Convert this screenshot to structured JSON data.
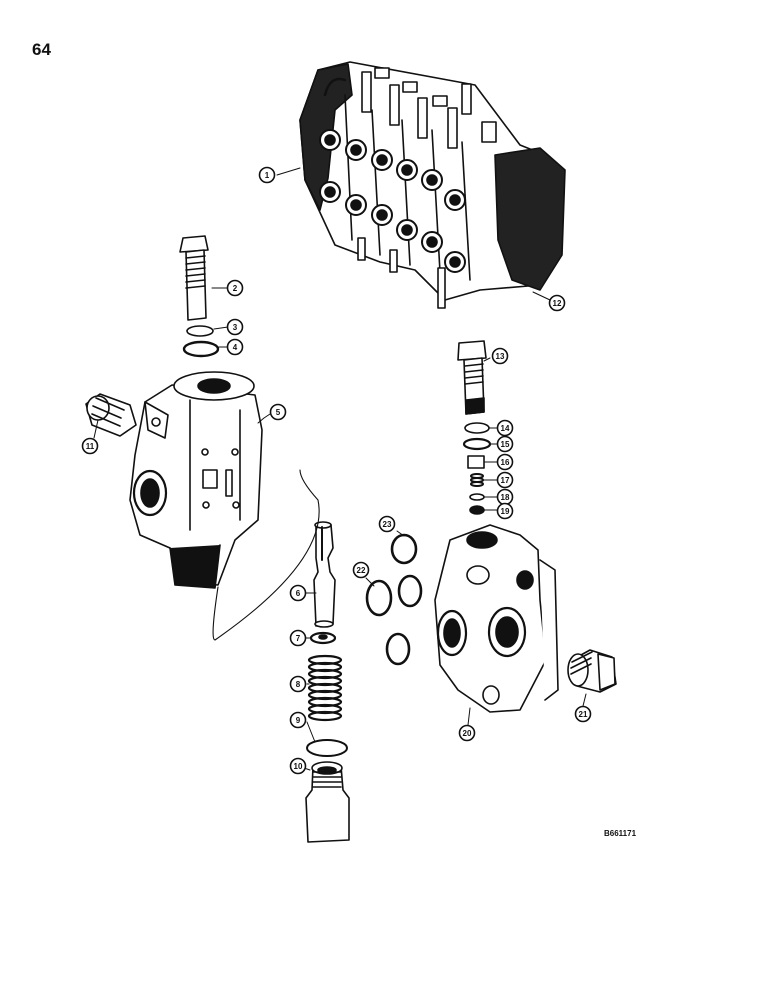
{
  "page": {
    "number": "64"
  },
  "figure": {
    "code": "B661171"
  },
  "callouts": [
    "1",
    "2",
    "3",
    "4",
    "5",
    "6",
    "7",
    "8",
    "9",
    "10",
    "11",
    "12",
    "13",
    "14",
    "15",
    "16",
    "17",
    "18",
    "19",
    "20",
    "21",
    "22",
    "23"
  ],
  "colors": {
    "ink": "#111111",
    "paper": "#ffffff",
    "shade": "#2a2a2a"
  }
}
